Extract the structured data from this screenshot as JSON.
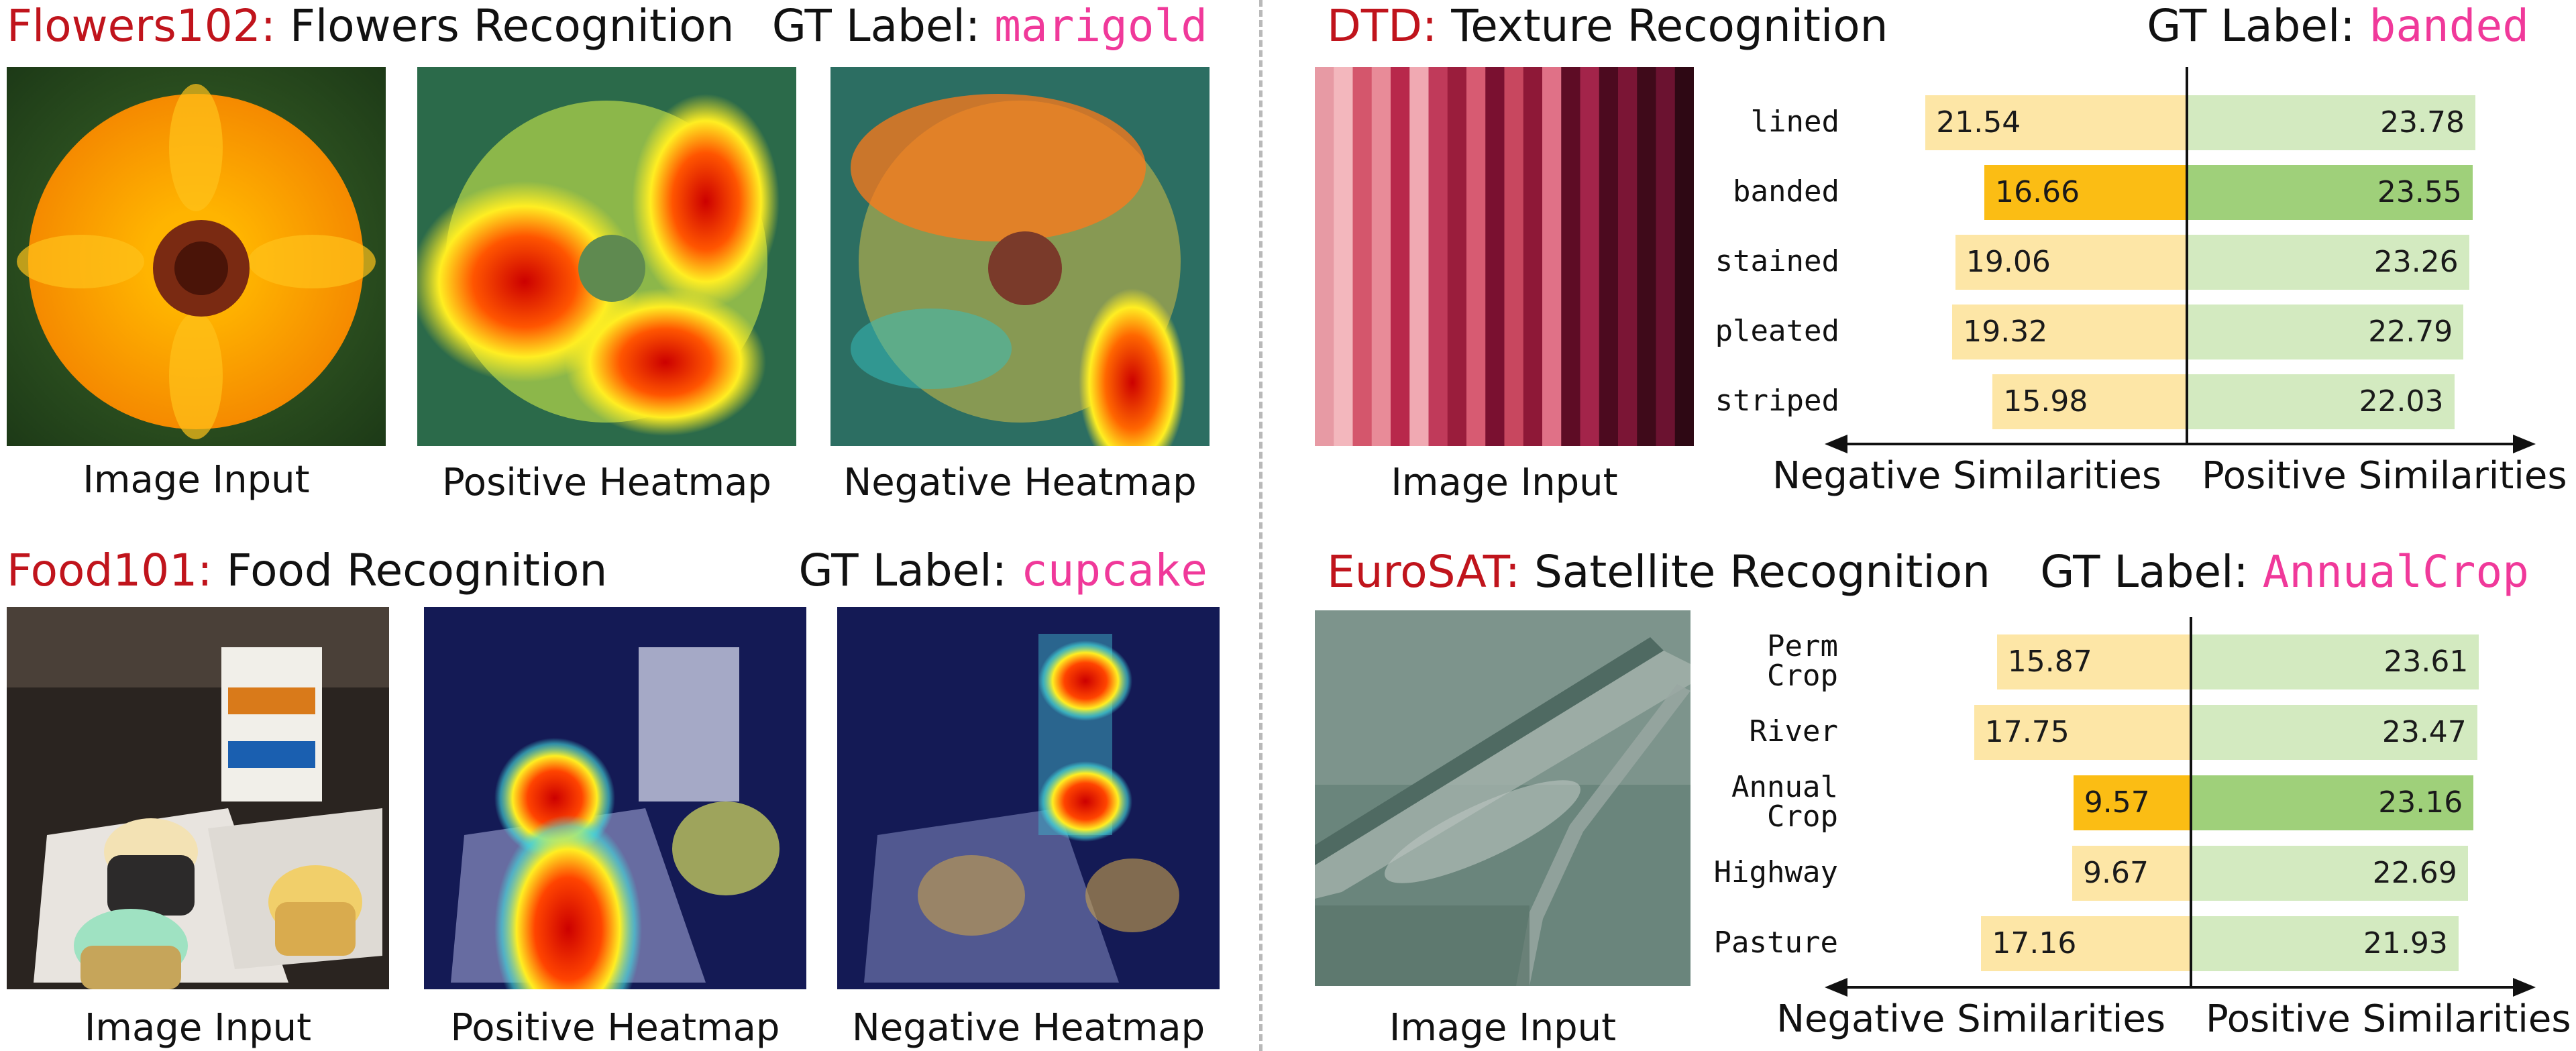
{
  "flowers": {
    "dataset": "Flowers102:",
    "task": "Flowers Recognition",
    "gt_prefix": "GT Label:",
    "gt_value": "marigold",
    "captions": [
      "Image Input",
      "Positive Heatmap",
      "Negative Heatmap"
    ]
  },
  "food": {
    "dataset": "Food101:",
    "task": "Food Recognition",
    "gt_prefix": "GT Label:",
    "gt_value": "cupcake",
    "captions": [
      "Image Input",
      "Positive Heatmap",
      "Negative Heatmap"
    ]
  },
  "dtd": {
    "dataset": "DTD:",
    "task": "Texture Recognition",
    "gt_prefix": "GT Label:",
    "gt_value": "banded",
    "caption": "Image Input",
    "neg_label": "Negative Similarities",
    "pos_label": "Positive Similarities"
  },
  "eurosat": {
    "dataset": "EuroSAT:",
    "task": "Satellite Recognition",
    "gt_prefix": "GT Label:",
    "gt_value": "AnnualCrop",
    "caption": "Image Input",
    "neg_label": "Negative Similarities",
    "pos_label": "Positive Similarities"
  },
  "chart_data": [
    {
      "type": "bar",
      "categories": [
        "lined",
        "banded",
        "stained",
        "pleated",
        "striped"
      ],
      "series": [
        {
          "name": "Negative Similarities",
          "values": [
            21.54,
            16.66,
            19.06,
            19.32,
            15.98
          ]
        },
        {
          "name": "Positive Similarities",
          "values": [
            23.78,
            23.55,
            23.26,
            22.79,
            22.03
          ]
        }
      ],
      "highlight": "banded",
      "colors": {
        "neg": "#fde6a6",
        "neg_hl": "#fbbd14",
        "pos": "#d3eac0",
        "pos_hl": "#9fd07a"
      }
    },
    {
      "type": "bar",
      "categories": [
        "Perm\nCrop",
        "River",
        "Annual\nCrop",
        "Highway",
        "Pasture"
      ],
      "series": [
        {
          "name": "Negative Similarities",
          "values": [
            15.87,
            17.75,
            9.57,
            9.67,
            17.16
          ]
        },
        {
          "name": "Positive Similarities",
          "values": [
            23.61,
            23.47,
            23.16,
            22.69,
            21.93
          ]
        }
      ],
      "highlight": "Annual\nCrop",
      "colors": {
        "neg": "#fde6a6",
        "neg_hl": "#fbbd14",
        "pos": "#d3eac0",
        "pos_hl": "#9fd07a"
      }
    }
  ]
}
